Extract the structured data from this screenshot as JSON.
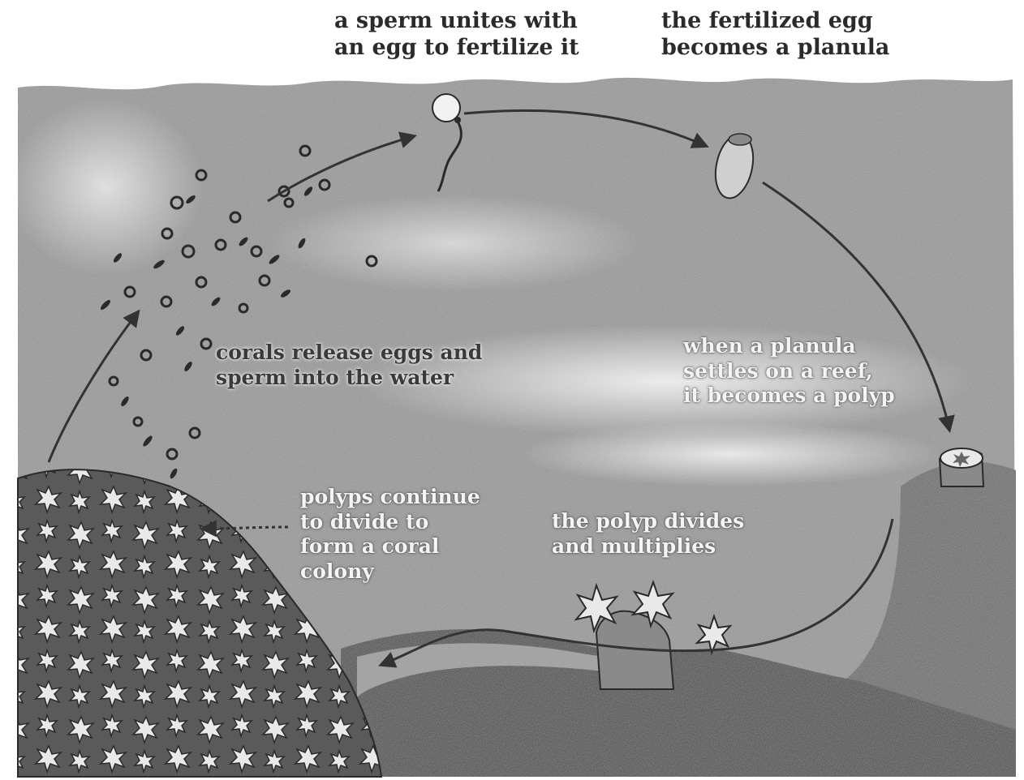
{
  "captions": {
    "sperm_unites": [
      "a sperm unites with",
      "an egg to fertilize it"
    ],
    "fertilized_egg": [
      "the fertilized egg",
      "becomes a planula"
    ],
    "release": [
      "corals release eggs and",
      "sperm into the water"
    ],
    "settles": [
      "when a planula",
      "settles on a reef,",
      "it becomes a polyp"
    ],
    "divides": [
      "the polyp divides",
      "and multiplies"
    ],
    "colony": [
      "polyps continue",
      "to divide to",
      "form a coral",
      "colony"
    ]
  },
  "colors": {
    "water": "#9a9a9a",
    "water_light": "#cfcfcf",
    "reef": "#6e6e6e",
    "reef_dark": "#4f4f4f",
    "coral": "#e9e9e9",
    "arrow": "#333333"
  }
}
